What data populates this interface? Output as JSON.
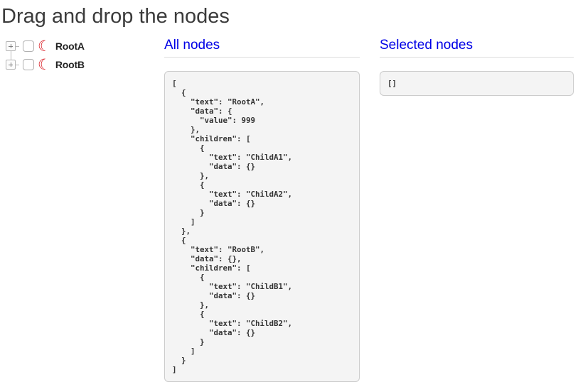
{
  "title": "Drag and drop the nodes",
  "tree": {
    "nodes": [
      {
        "label": "RootA"
      },
      {
        "label": "RootB"
      }
    ]
  },
  "icons": {
    "moon_glyph": "☾"
  },
  "all_nodes": {
    "heading": "All nodes",
    "json_text": "[\n  {\n    \"text\": \"RootA\",\n    \"data\": {\n      \"value\": 999\n    },\n    \"children\": [\n      {\n        \"text\": \"ChildA1\",\n        \"data\": {}\n      },\n      {\n        \"text\": \"ChildA2\",\n        \"data\": {}\n      }\n    ]\n  },\n  {\n    \"text\": \"RootB\",\n    \"data\": {},\n    \"children\": [\n      {\n        \"text\": \"ChildB1\",\n        \"data\": {}\n      },\n      {\n        \"text\": \"ChildB2\",\n        \"data\": {}\n      }\n    ]\n  }\n]"
  },
  "selected_nodes": {
    "heading": "Selected nodes",
    "json_text": "[]"
  },
  "colors": {
    "heading_blue": "#0000e6",
    "moon_red": "#da2128",
    "box_background": "#f4f4f4",
    "box_border": "#cccccc",
    "title_gray": "#3b3b3b"
  }
}
